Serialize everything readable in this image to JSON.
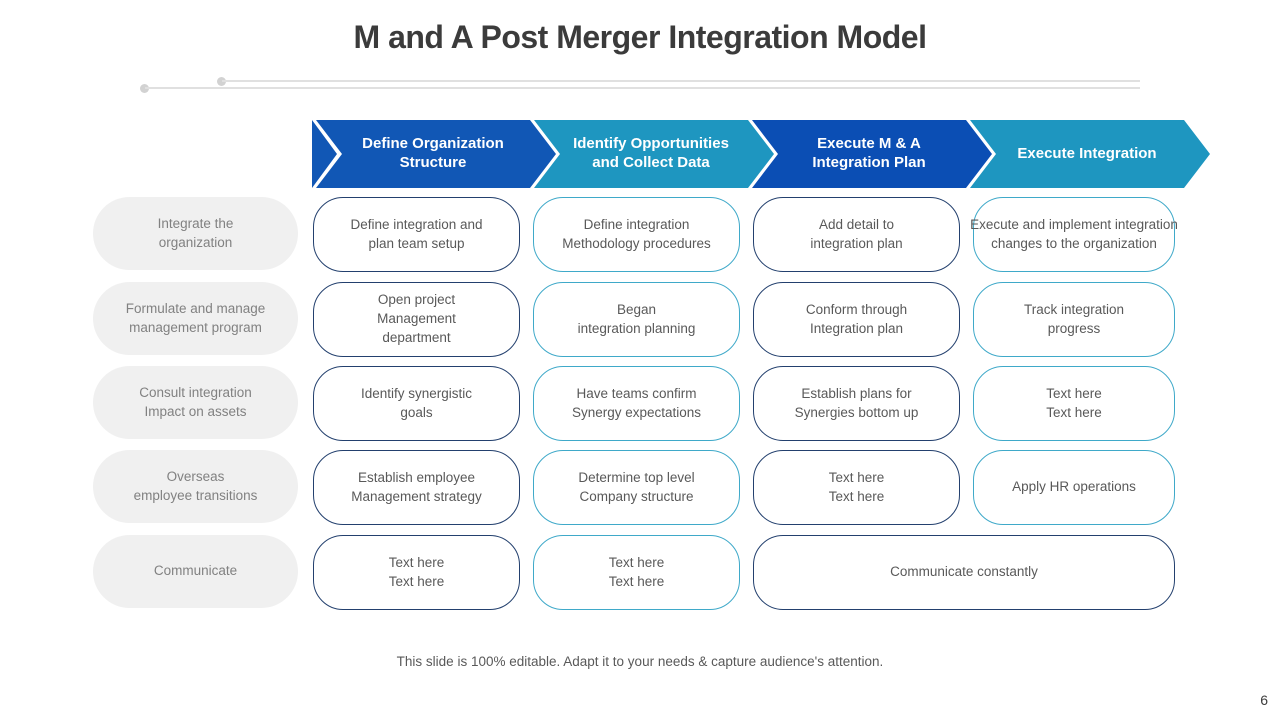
{
  "slide": {
    "title": "M and A Post Merger Integration Model",
    "footer": "This slide is 100% editable. Adapt it to your needs & capture audience's attention.",
    "page_number": "6"
  },
  "colors": {
    "title_text": "#3b3b3b",
    "phase_blue": "#1157b5",
    "phase_blue_dark": "#0b4eb4",
    "phase_teal": "#1e96c0",
    "cell_border_navy": "#23406e",
    "cell_border_teal": "#3fa9c9",
    "row_pill_bg": "#f0f0f0",
    "row_pill_text": "#818181",
    "cell_text": "#595959"
  },
  "phases": [
    {
      "label": "Define Organization\nStructure"
    },
    {
      "label": "Identify Opportunities\nand Collect Data"
    },
    {
      "label": "Execute M & A\nIntegration Plan"
    },
    {
      "label": "Execute Integration"
    }
  ],
  "row_labels": [
    {
      "label": "Integrate the\norganization"
    },
    {
      "label": "Formulate and manage\nmanagement program"
    },
    {
      "label": "Consult integration\nImpact on assets"
    },
    {
      "label": "Overseas\nemployee transitions"
    },
    {
      "label": "Communicate"
    }
  ],
  "cells": {
    "r1c1": "Define integration and\nplan team setup",
    "r1c2": "Define integration\nMethodology procedures",
    "r1c3": "Add detail to\nintegration plan",
    "r1c4": "Execute and implement integration\nchanges to the organization",
    "r2c1": "Open project\nManagement\ndepartment",
    "r2c2": "Began\nintegration planning",
    "r2c3": "Conform through\nIntegration plan",
    "r2c4": "Track integration\nprogress",
    "r3c1": "Identify synergistic\ngoals",
    "r3c2": "Have teams confirm\nSynergy expectations",
    "r3c3": "Establish plans for\nSynergies bottom up",
    "r3c4": "Text here\nText here",
    "r4c1": "Establish employee\nManagement strategy",
    "r4c2": "Determine top level\nCompany structure",
    "r4c3": "Text here\nText here",
    "r4c4": "Apply HR operations",
    "r5c1": "Text here\nText here",
    "r5c2": "Text here\nText here",
    "r5c34": "Communicate constantly"
  }
}
